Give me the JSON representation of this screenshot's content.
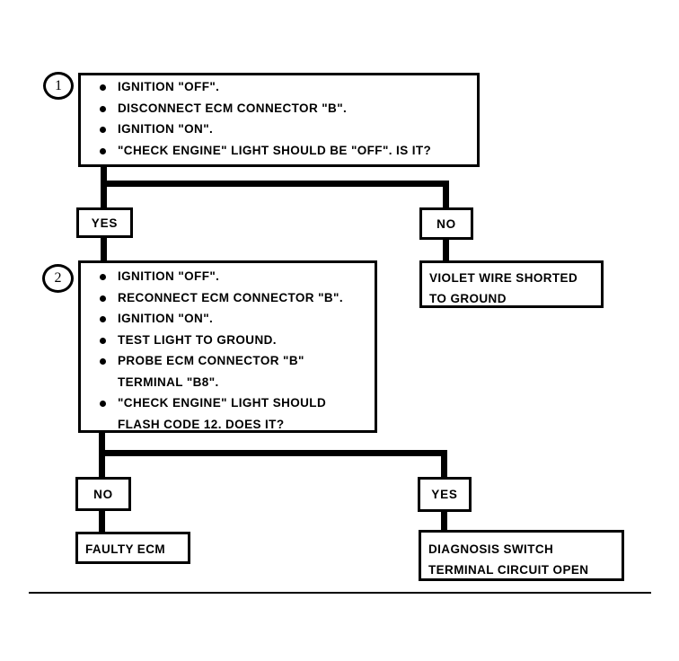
{
  "diagram": {
    "type": "diagnostic-flowchart",
    "title": "",
    "colors": {
      "ink": "#000000",
      "background": "#ffffff"
    },
    "steps": [
      {
        "number": "1",
        "instructions": [
          "IGNITION \"OFF\".",
          "DISCONNECT ECM CONNECTOR \"B\".",
          "IGNITION \"ON\".",
          "\"CHECK ENGINE\" LIGHT SHOULD BE \"OFF\".  IS IT?"
        ]
      },
      {
        "number": "2",
        "instructions": [
          "IGNITION \"OFF\".",
          "RECONNECT ECM CONNECTOR \"B\".",
          "IGNITION \"ON\".",
          "TEST LIGHT TO GROUND.",
          "PROBE ECM CONNECTOR \"B\"\nTERMINAL \"B8\".",
          "\"CHECK ENGINE\" LIGHT SHOULD\nFLASH CODE 12.  DOES IT?"
        ]
      }
    ],
    "branches": {
      "step1_yes": "YES",
      "step1_no": "NO",
      "step2_no": "NO",
      "step2_yes": "YES"
    },
    "results": {
      "step1_no_result": "VIOLET WIRE SHORTED\nTO GROUND",
      "step2_no_result": "FAULTY ECM",
      "step2_yes_result": "DIAGNOSIS SWITCH\nTERMINAL CIRCUIT OPEN"
    }
  }
}
